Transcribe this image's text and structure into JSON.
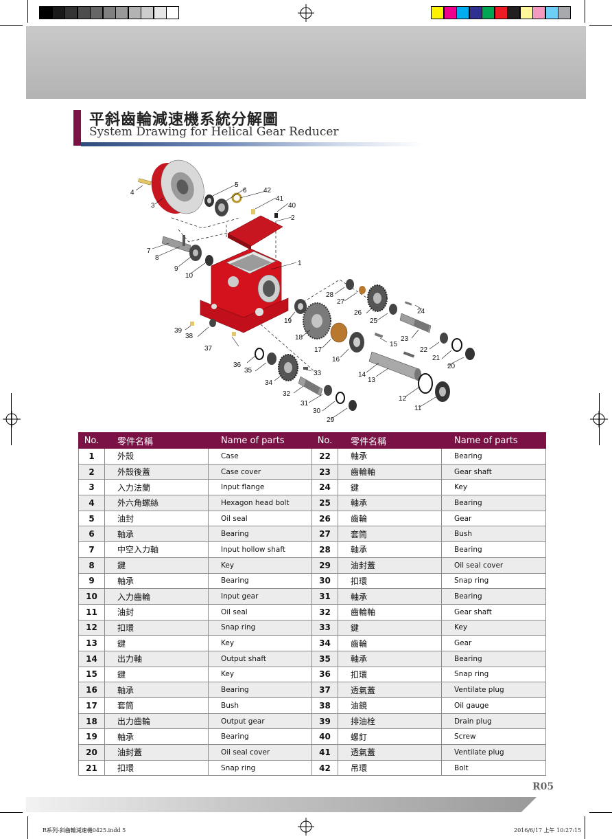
{
  "title": {
    "zh": "平斜齒輪減速機系統分解圖",
    "en": "System Drawing for Helical Gear Reducer"
  },
  "colors": {
    "accent": "#7a1245",
    "part_red": "#d4121e",
    "header_gray": "#bdbdbd"
  },
  "print_marks": {
    "gray_swatches": [
      "#000000",
      "#1a1a1a",
      "#333333",
      "#4d4d4d",
      "#666666",
      "#808080",
      "#999999",
      "#b3b3b3",
      "#cccccc",
      "#e6e6e6",
      "#ffffff"
    ],
    "color_swatches": [
      "#fff200",
      "#ec008c",
      "#00aeef",
      "#2e3192",
      "#00a651",
      "#ed1c24",
      "#231f20",
      "#fff799",
      "#f49ac1",
      "#6dcff6",
      "#a7a9ac"
    ]
  },
  "diagram_labels": [
    "1",
    "2",
    "3",
    "4",
    "5",
    "6",
    "7",
    "8",
    "9",
    "10",
    "11",
    "12",
    "13",
    "14",
    "15",
    "16",
    "17",
    "18",
    "19",
    "20",
    "21",
    "22",
    "23",
    "24",
    "25",
    "26",
    "27",
    "28",
    "29",
    "30",
    "31",
    "32",
    "33",
    "34",
    "35",
    "36",
    "37",
    "38",
    "39",
    "40",
    "41",
    "42"
  ],
  "table": {
    "headers": {
      "no": "No.",
      "zh": "零件名稱",
      "en": "Name of parts"
    },
    "rows": [
      {
        "l_no": "1",
        "l_zh": "外殼",
        "l_en": "Case",
        "r_no": "22",
        "r_zh": "軸承",
        "r_en": "Bearing"
      },
      {
        "l_no": "2",
        "l_zh": "外殼後蓋",
        "l_en": "Case cover",
        "r_no": "23",
        "r_zh": "齒輪軸",
        "r_en": "Gear shaft"
      },
      {
        "l_no": "3",
        "l_zh": "入力法蘭",
        "l_en": "Input flange",
        "r_no": "24",
        "r_zh": "鍵",
        "r_en": "Key"
      },
      {
        "l_no": "4",
        "l_zh": "外六角螺絲",
        "l_en": "Hexagon head bolt",
        "r_no": "25",
        "r_zh": "軸承",
        "r_en": "Bearing"
      },
      {
        "l_no": "5",
        "l_zh": "油封",
        "l_en": "Oil seal",
        "r_no": "26",
        "r_zh": "齒輪",
        "r_en": "Gear"
      },
      {
        "l_no": "6",
        "l_zh": "軸承",
        "l_en": "Bearing",
        "r_no": "27",
        "r_zh": "套筒",
        "r_en": "Bush"
      },
      {
        "l_no": "7",
        "l_zh": "中空入力軸",
        "l_en": "Input hollow shaft",
        "r_no": "28",
        "r_zh": "軸承",
        "r_en": "Bearing"
      },
      {
        "l_no": "8",
        "l_zh": "鍵",
        "l_en": "Key",
        "r_no": "29",
        "r_zh": "油封蓋",
        "r_en": "Oil seal cover"
      },
      {
        "l_no": "9",
        "l_zh": "軸承",
        "l_en": "Bearing",
        "r_no": "30",
        "r_zh": "扣環",
        "r_en": "Snap ring"
      },
      {
        "l_no": "10",
        "l_zh": "入力齒輪",
        "l_en": "Input gear",
        "r_no": "31",
        "r_zh": "軸承",
        "r_en": "Bearing"
      },
      {
        "l_no": "11",
        "l_zh": "油封",
        "l_en": "Oil seal",
        "r_no": "32",
        "r_zh": "齒輪軸",
        "r_en": "Gear shaft"
      },
      {
        "l_no": "12",
        "l_zh": "扣環",
        "l_en": "Snap ring",
        "r_no": "33",
        "r_zh": "鍵",
        "r_en": "Key"
      },
      {
        "l_no": "13",
        "l_zh": "鍵",
        "l_en": "Key",
        "r_no": "34",
        "r_zh": "齒輪",
        "r_en": "Gear"
      },
      {
        "l_no": "14",
        "l_zh": "出力軸",
        "l_en": "Output shaft",
        "r_no": "35",
        "r_zh": "軸承",
        "r_en": "Bearing"
      },
      {
        "l_no": "15",
        "l_zh": "鍵",
        "l_en": "Key",
        "r_no": "36",
        "r_zh": "扣環",
        "r_en": "Snap ring"
      },
      {
        "l_no": "16",
        "l_zh": "軸承",
        "l_en": "Bearing",
        "r_no": "37",
        "r_zh": "透氣蓋",
        "r_en": "Ventilate plug"
      },
      {
        "l_no": "17",
        "l_zh": "套筒",
        "l_en": "Bush",
        "r_no": "38",
        "r_zh": "油鏡",
        "r_en": "Oil gauge"
      },
      {
        "l_no": "18",
        "l_zh": "出力齒輪",
        "l_en": "Output gear",
        "r_no": "39",
        "r_zh": "排油栓",
        "r_en": "Drain plug"
      },
      {
        "l_no": "19",
        "l_zh": "軸承",
        "l_en": "Bearing",
        "r_no": "40",
        "r_zh": "螺釘",
        "r_en": "Screw"
      },
      {
        "l_no": "20",
        "l_zh": "油封蓋",
        "l_en": "Oil seal cover",
        "r_no": "41",
        "r_zh": "透氣蓋",
        "r_en": "Ventilate plug"
      },
      {
        "l_no": "21",
        "l_zh": "扣環",
        "l_en": "Snap ring",
        "r_no": "42",
        "r_zh": "吊環",
        "r_en": "Bolt"
      }
    ]
  },
  "page_code": "R05",
  "slug": {
    "file": "R系列-斜齒輪減速機0425.indd   5",
    "date": "2016/6/17   上午 10:27:15"
  }
}
